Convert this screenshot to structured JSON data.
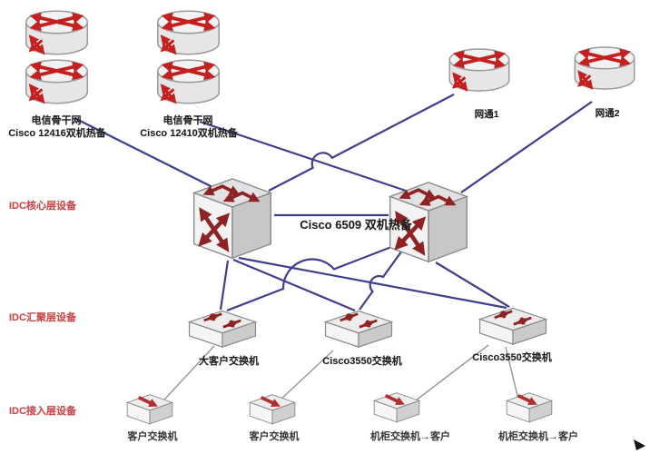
{
  "diagram": {
    "type": "network-topology",
    "labels": {
      "backbone1_line1": "电信骨干网",
      "backbone1_line2": "Cisco 12416双机热备",
      "backbone2_line1": "电信骨干网",
      "backbone2_line2": "Cisco 12410双机热备",
      "wangtong1": "网通1",
      "wangtong2": "网通2",
      "core_pair": "Cisco 6509 双机热备",
      "layer_core": "IDC核心层设备",
      "layer_aggregation": "IDC汇聚层设备",
      "layer_access": "IDC接入层设备",
      "agg_switch1": "大客户交换机",
      "agg_switch2": "Cisco3550交换机",
      "agg_switch3": "Cisco3550交换机",
      "access_switch1": "客户交换机",
      "access_switch2": "客户交换机",
      "access_switch3": "机柜交换机→客户",
      "access_switch4": "机柜交换机→客户"
    },
    "colors": {
      "link": "#3e3e8e",
      "access_link": "#9a9a9a",
      "router_arrow": "#c42020",
      "switch_arrow": "#8e2323",
      "access_arrow": "#b03030",
      "layer_label": "#cc4747",
      "device_label": "#1c1c1c",
      "background": "#ffffff"
    },
    "icons": [
      "router-icon (cylinder with red crossed arrows)",
      "multilayer-switch-icon (cube with red arrows)",
      "workgroup-switch-icon (flat box with red arrows)",
      "access-switch-icon (small box with red arrow)"
    ]
  }
}
